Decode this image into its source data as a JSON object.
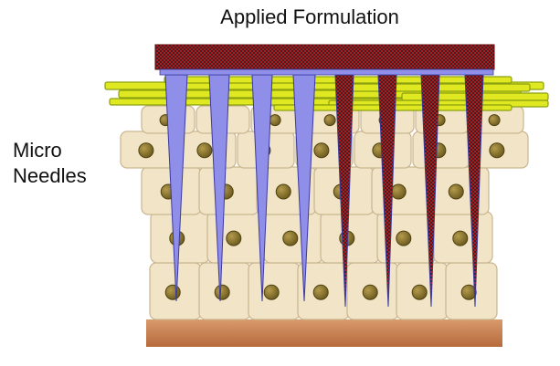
{
  "title": "Applied Formulation",
  "side_label": {
    "line1": "Micro",
    "line2": "Needles"
  },
  "colors": {
    "formulation": "#d81820",
    "formulation_mesh": "#222222",
    "needle": "#8f8fea",
    "needle_stroke": "#3a3aa0",
    "cell_fill": "#f2e4c6",
    "cell_stroke": "#c9b690",
    "nucleus": "#8a7432",
    "nucleus_dark": "#4f4210",
    "fiber_fill": "#dfe820",
    "fiber_stroke": "#8ca010",
    "base_top": "#d99a6c",
    "base_bottom": "#b66a3c"
  },
  "needles": {
    "solid_count": 4,
    "coated_count": 4
  }
}
